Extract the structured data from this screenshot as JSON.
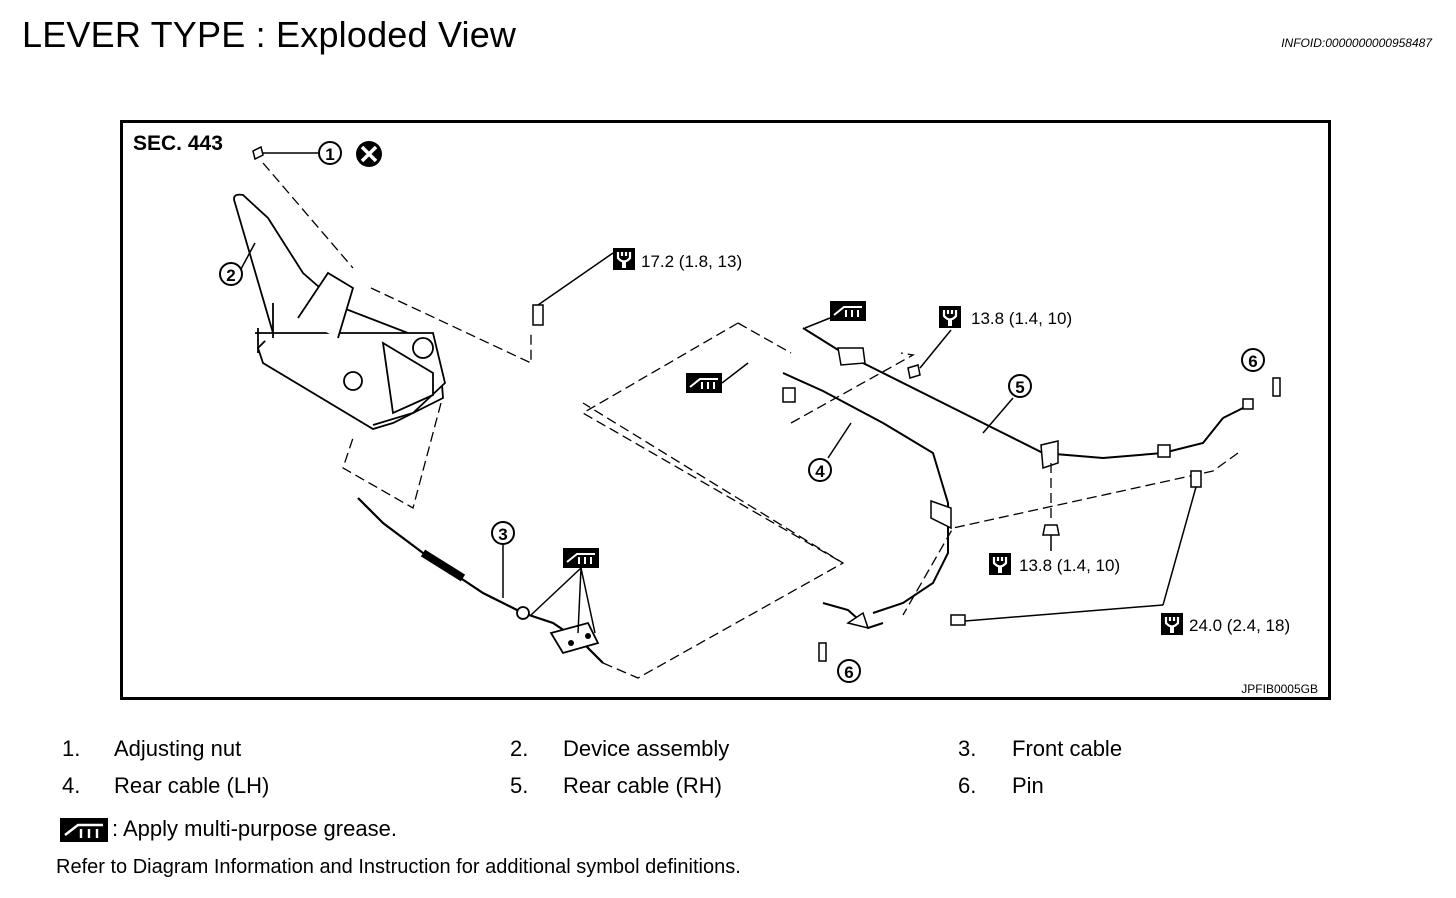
{
  "header": {
    "title": "LEVER TYPE : Exploded View",
    "info_id": "INFOID:0000000000958487"
  },
  "diagram": {
    "section": "SEC. 443",
    "figure_code": "JPFIB0005GB",
    "callouts": [
      "1",
      "2",
      "3",
      "4",
      "5",
      "6",
      "6"
    ],
    "torques": {
      "t1": "17.2 (1.8, 13)",
      "t2": "13.8 (1.4, 10)",
      "t3": "13.8 (1.4, 10)",
      "t4": "24.0 (2.4, 18)"
    }
  },
  "legend": [
    {
      "num": "1.",
      "label": "Adjusting nut"
    },
    {
      "num": "2.",
      "label": "Device assembly"
    },
    {
      "num": "3.",
      "label": "Front cable"
    },
    {
      "num": "4.",
      "label": "Rear cable (LH)"
    },
    {
      "num": "5.",
      "label": "Rear cable (RH)"
    },
    {
      "num": "6.",
      "label": "Pin"
    }
  ],
  "grease_note": ": Apply multi-purpose grease.",
  "refer_text": "Refer to Diagram Information and Instruction for additional symbol definitions."
}
